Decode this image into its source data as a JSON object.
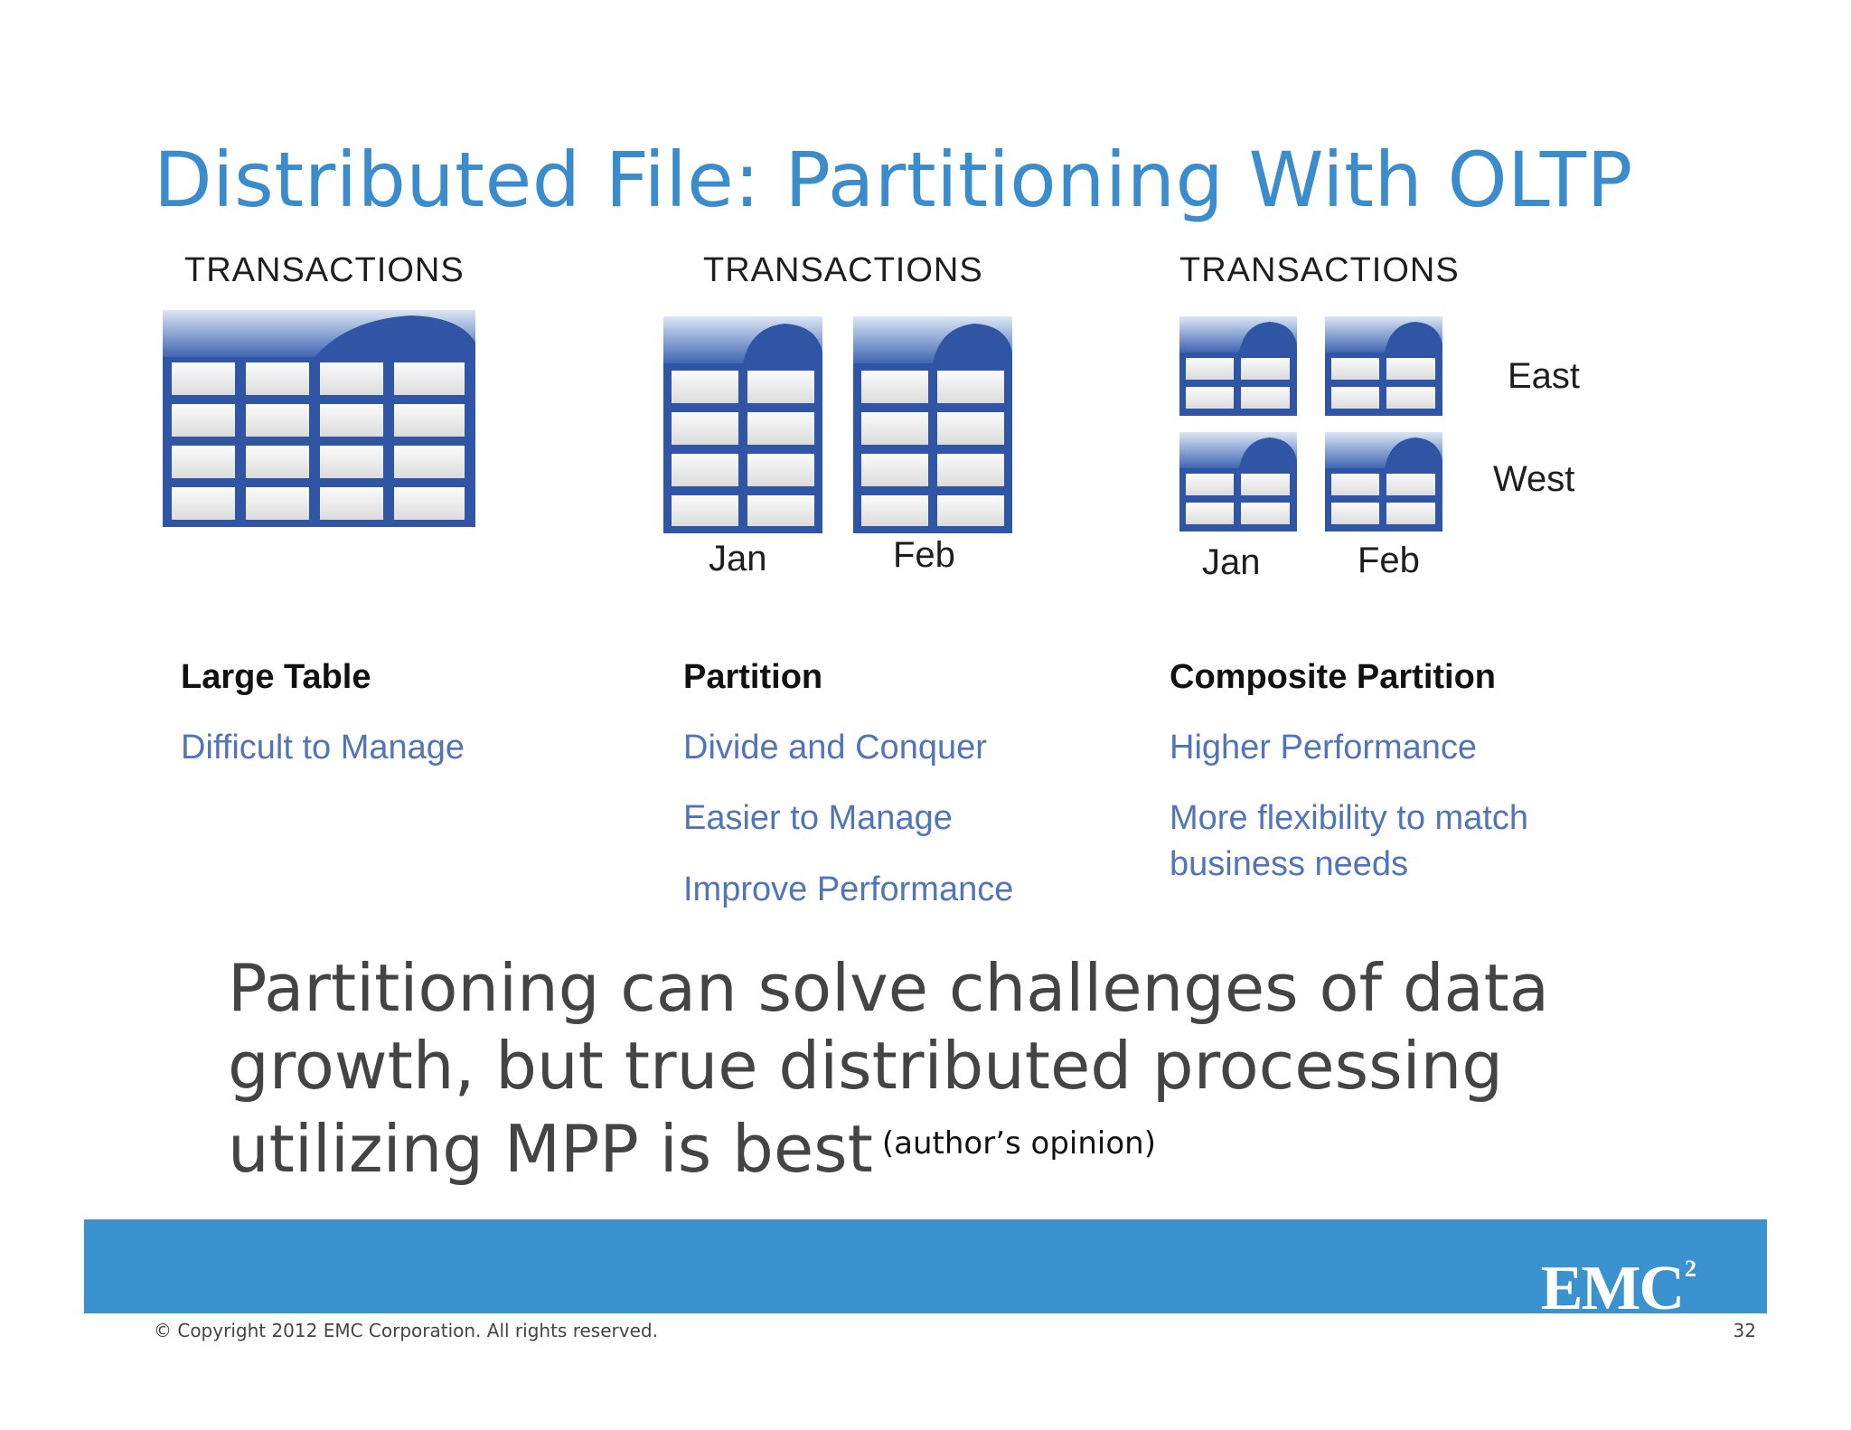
{
  "title": "Distributed File: Partitioning With OLTP",
  "columns": [
    {
      "heading": "TRANSACTIONS",
      "section_title": "Large Table",
      "benefits": [
        "Difficult to Manage"
      ]
    },
    {
      "heading": "TRANSACTIONS",
      "labels": [
        "Jan",
        "Feb"
      ],
      "section_title": "Partition",
      "benefits": [
        "Divide and Conquer",
        "Easier to Manage",
        "Improve Performance"
      ]
    },
    {
      "heading": "TRANSACTIONS",
      "labels": [
        "Jan",
        "Feb"
      ],
      "row_labels": [
        "East",
        "West"
      ],
      "section_title": "Composite Partition",
      "benefits": [
        "Higher Performance",
        "More flexibility to match business needs"
      ]
    }
  ],
  "conclusion": {
    "text": "Partitioning can solve challenges of data growth, but true distributed processing utilizing MPP is best",
    "note": "(author’s opinion)"
  },
  "footer": {
    "logo_text": "EMC",
    "logo_sup": "2",
    "copyright": "© Copyright 2012 EMC Corporation. All rights reserved.",
    "page_number": "32"
  },
  "colors": {
    "title": "#3a8ccc",
    "benefit_text": "#5175b8",
    "footer_band": "#3a93ce",
    "table_border": "#2f55a4"
  },
  "icons": [
    "large-table-icon",
    "partition-table-icon",
    "composite-partition-table-icon"
  ]
}
